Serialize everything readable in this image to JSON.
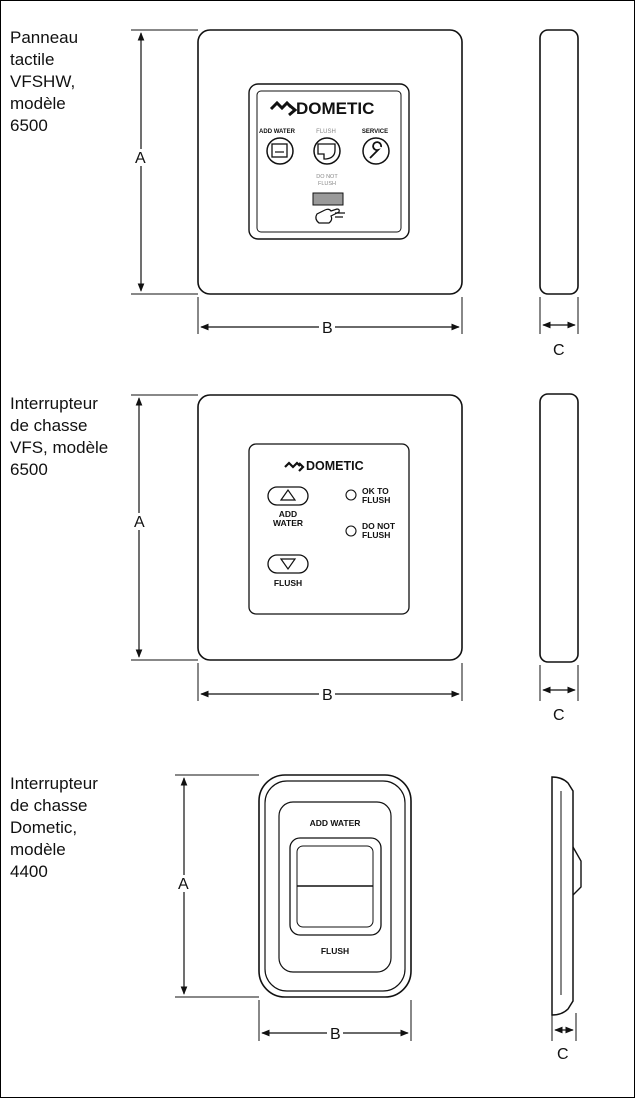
{
  "diagram": {
    "sections": [
      {
        "caption": "Panneau\ntactile\nVFSHW,\nmodèle\n6500",
        "dims": {
          "a": "A",
          "b": "B",
          "c": "C"
        },
        "panel": {
          "brand": "DOMETIC",
          "add_water": "ADD WATER",
          "flush": "FLUSH",
          "service": "SERVICE",
          "do_not_flush_1": "DO NOT",
          "do_not_flush_2": "FLUSH"
        }
      },
      {
        "caption": "Interrupteur\nde chasse\nVFS, modèle\n6500",
        "dims": {
          "a": "A",
          "b": "B",
          "c": "C"
        },
        "panel": {
          "brand": "DOMETIC",
          "add_water_1": "ADD",
          "add_water_2": "WATER",
          "flush": "FLUSH",
          "ok_1": "OK TO",
          "ok_2": "FLUSH",
          "dnf_1": "DO NOT",
          "dnf_2": "FLUSH"
        }
      },
      {
        "caption": "Interrupteur\nde chasse\nDometic,\nmodèle\n4400",
        "dims": {
          "a": "A",
          "b": "B",
          "c": "C"
        },
        "panel": {
          "add_water": "ADD WATER",
          "flush": "FLUSH"
        }
      }
    ]
  }
}
